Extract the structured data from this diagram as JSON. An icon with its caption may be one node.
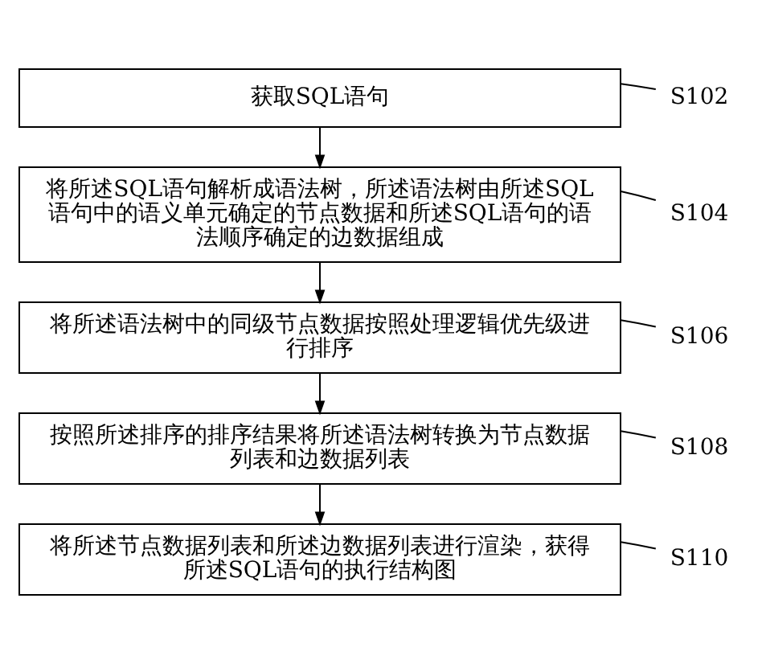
{
  "diagram": {
    "nodes": [
      {
        "text": [
          "获取SQL语句"
        ]
      },
      {
        "text": [
          "S102"
        ]
      },
      {
        "text": [
          "将所述SQL语句解析成语法树，所述语法树由所述SQL语句中的语义单元确定的节点数据和所述SQL语句的语法顺序确定的边数据组成"
        ]
      },
      {
        "text": [
          "S104"
        ]
      },
      {
        "text": [
          "将所述语法树中的同级节点数据按照处理逻辑优先级进行排序"
        ]
      },
      {
        "text": [
          "S106"
        ]
      },
      {
        "text": [
          "按照所述排序的排序结果将所述语法树转换为节点数据列表和边数据列表"
        ]
      },
      {
        "text": [
          "S108"
        ]
      },
      {
        "text": [
          "将所述节点数据列表和所述边数据列表进行渲染，获得所述SQL语句的执行结构图"
        ]
      },
      {
        "text": [
          "S110"
        ]
      }
    ],
    "edges": [
      {
        "from": 0,
        "to": 2,
        "arrow": "to"
      },
      {
        "from": 2,
        "to": 4,
        "arrow": "to"
      },
      {
        "from": 4,
        "to": 6,
        "arrow": "to"
      },
      {
        "from": 6,
        "to": 8,
        "arrow": "to"
      },
      {
        "from": 1,
        "to": 0,
        "arrow": "none"
      },
      {
        "from": 3,
        "to": 2,
        "arrow": "none"
      },
      {
        "from": 5,
        "to": 4,
        "arrow": "none"
      },
      {
        "from": 7,
        "to": 6,
        "arrow": "none"
      },
      {
        "from": 9,
        "to": 8,
        "arrow": "none"
      }
    ]
  }
}
